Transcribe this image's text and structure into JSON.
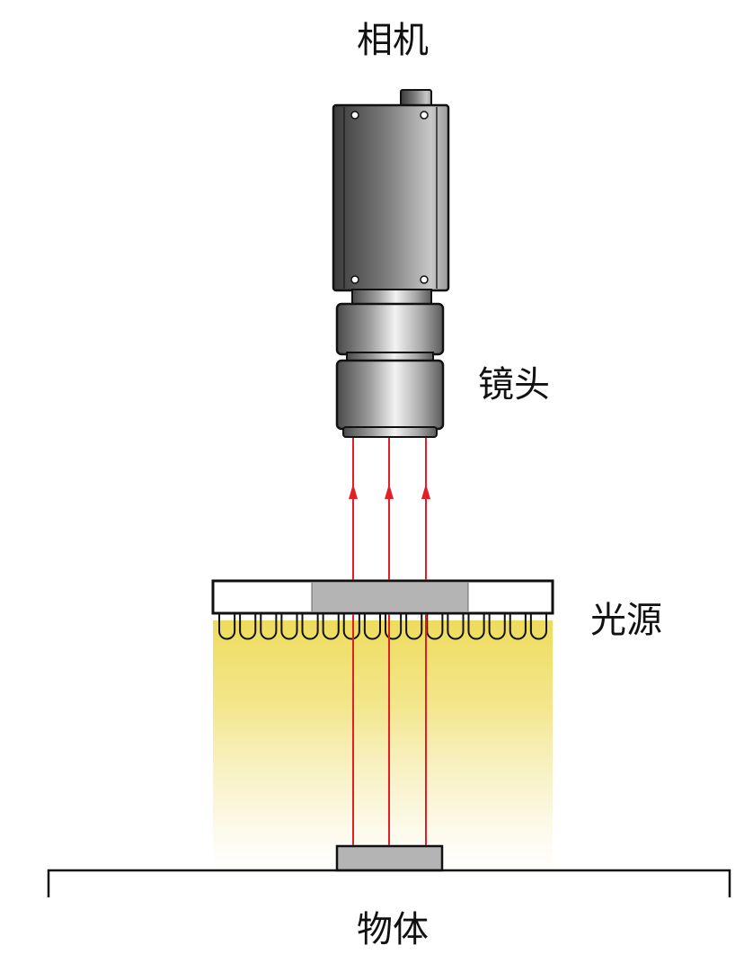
{
  "labels": {
    "camera": "相机",
    "lens": "镜头",
    "light_source": "光源",
    "object": "物体"
  },
  "colors": {
    "ray": "#e41e26",
    "light_glow": "#eedc5c",
    "object_gray": "#b4b4b4",
    "outline": "#111111"
  },
  "components": {
    "camera_icon": "camera-body",
    "lens_icon": "lens-barrel",
    "light_icon": "ring-light",
    "rays": 3,
    "filaments": 16
  }
}
